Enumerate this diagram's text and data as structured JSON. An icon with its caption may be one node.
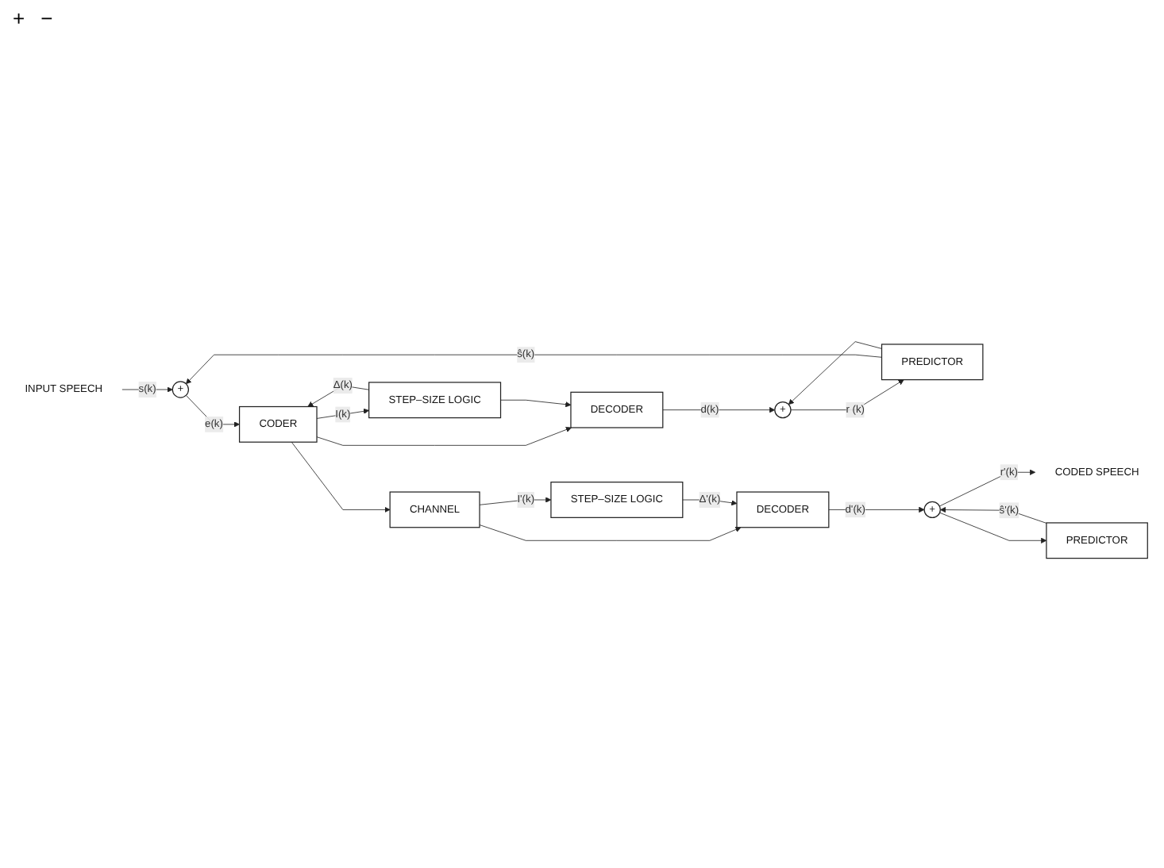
{
  "diagram": {
    "nodes": [
      {
        "text": [
          "INPUT SPEECH"
        ]
      },
      {
        "text": [
          "+"
        ]
      },
      {
        "text": [
          "CODER"
        ]
      },
      {
        "text": [
          "PREDICTOR"
        ]
      },
      {
        "text": [
          "STEP–SIZE LOGIC"
        ]
      },
      {
        "text": [
          "+"
        ]
      },
      {
        "text": [
          "DECODER"
        ]
      },
      {
        "text": [
          "CHANNEL"
        ]
      },
      {
        "text": [
          "PREDICTOR"
        ]
      },
      {
        "text": [
          "STEP–SIZE LOGIC"
        ]
      },
      {
        "text": [
          "+"
        ]
      },
      {
        "text": [
          "DECODER"
        ]
      },
      {
        "text": [
          "CODED SPEECH"
        ]
      }
    ],
    "edges": [
      {
        "from": 0,
        "to": 1,
        "arrow": "to",
        "label": "s(k)"
      },
      {
        "from": 1,
        "to": 2,
        "arrow": "to",
        "label": "e(k)"
      },
      {
        "from": 2,
        "to": 4,
        "arrow": "to",
        "label": "I(k)"
      },
      {
        "from": 2,
        "to": 6,
        "arrow": "to"
      },
      {
        "from": 2,
        "to": 7,
        "arrow": "to"
      },
      {
        "from": 4,
        "to": 2,
        "arrow": "to",
        "label": "Δ(k)"
      },
      {
        "from": 4,
        "to": 6,
        "arrow": "to"
      },
      {
        "from": 3,
        "to": 1,
        "arrow": "to",
        "label": "ŝ(k)"
      },
      {
        "from": 3,
        "to": 5,
        "arrow": "to"
      },
      {
        "from": 6,
        "to": 5,
        "arrow": "to",
        "label": "d(k)"
      },
      {
        "from": 5,
        "to": 3,
        "arrow": "to",
        "label": "r (k)"
      },
      {
        "from": 7,
        "to": 9,
        "arrow": "to",
        "label": "I'(k)"
      },
      {
        "from": 7,
        "to": 11,
        "arrow": "to"
      },
      {
        "from": 9,
        "to": 11,
        "arrow": "to",
        "label": "Δ'(k)"
      },
      {
        "from": 11,
        "to": 10,
        "arrow": "to",
        "label": "d'(k)"
      },
      {
        "from": 8,
        "to": 10,
        "arrow": "to",
        "label": "ŝ'(k)"
      },
      {
        "from": 10,
        "to": 12,
        "arrow": "to",
        "label": "r'(k)"
      },
      {
        "from": 10,
        "to": 8,
        "arrow": "to"
      }
    ],
    "labels": [
      "+",
      "−"
    ]
  }
}
